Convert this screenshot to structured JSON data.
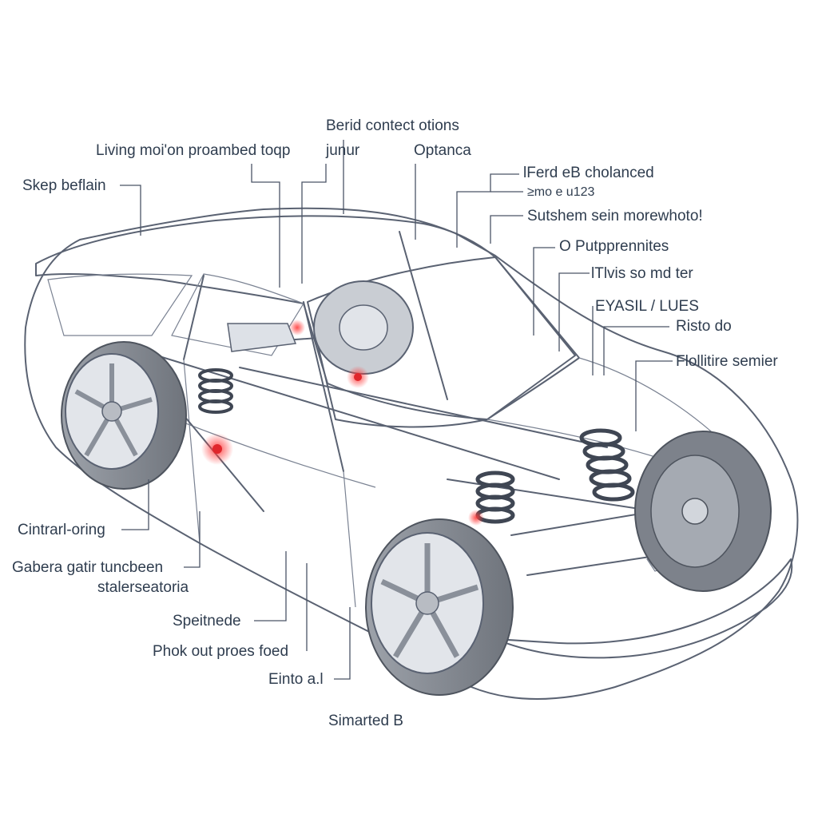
{
  "diagram": {
    "labels": [
      {
        "id": "l1",
        "text": "Berid contect otions"
      },
      {
        "id": "l2",
        "text": "Living moi'on proambed toqp"
      },
      {
        "id": "l3",
        "text": "junur"
      },
      {
        "id": "l4",
        "text": "Optanca"
      },
      {
        "id": "l5",
        "text": "Skep beflain"
      },
      {
        "id": "l6",
        "text": "lFerd eB  cholanced"
      },
      {
        "id": "l7",
        "text": "≥mo e u123"
      },
      {
        "id": "l8",
        "text": "Sutshem sein morewhoto!"
      },
      {
        "id": "l9",
        "text": "O Putpprennites"
      },
      {
        "id": "l10",
        "text": "lTlvis so md ter"
      },
      {
        "id": "l11",
        "text": "EYASIL / LUES"
      },
      {
        "id": "l12",
        "text": "Risto do"
      },
      {
        "id": "l13",
        "text": "Flollitire semier"
      },
      {
        "id": "l14",
        "text": "Cintrarl-oring"
      },
      {
        "id": "l15",
        "text": "Gabera gatir tuncbeen"
      },
      {
        "id": "l16",
        "text": "stalerseatoria"
      },
      {
        "id": "l17",
        "text": "Speitnede"
      },
      {
        "id": "l18",
        "text": "Phok out proes foed"
      },
      {
        "id": "l19",
        "text": "Einto a.l"
      },
      {
        "id": "l20",
        "text": "Simarted B"
      }
    ]
  },
  "colors": {
    "text": "#2f3d4f",
    "outline": "#5a6272",
    "glass": "#eef1f5",
    "tire": "#8c9098",
    "rim": "#d7dbe1",
    "highlight": "#e0262b"
  }
}
